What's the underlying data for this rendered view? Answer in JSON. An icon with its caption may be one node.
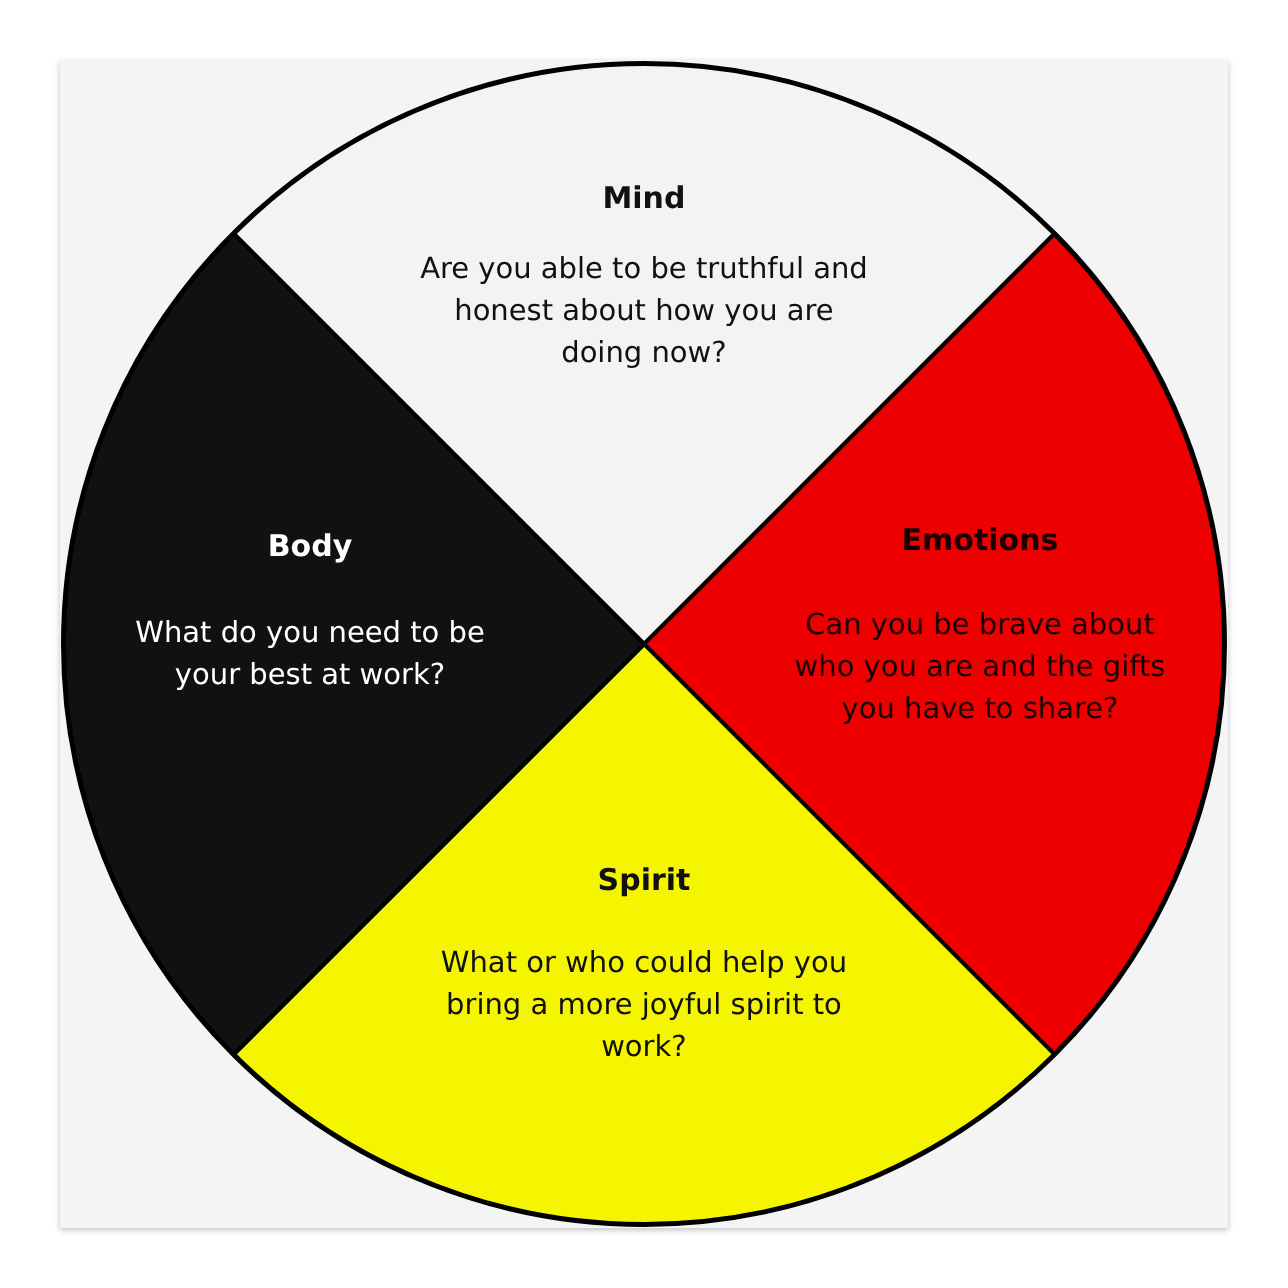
{
  "diagram": {
    "nodes": [
      {
        "text": [
          "Mind",
          "Are you able to be truthful and honest about how you are doing now?"
        ]
      },
      {
        "text": [
          "Emotions",
          "Can you be brave about who you are and the gifts you have to share?"
        ]
      },
      {
        "text": [
          "Spirit",
          "What or who could help you bring a more joyful spirit to work?"
        ]
      },
      {
        "text": [
          "Body",
          "What do you need to be your best at work?"
        ]
      }
    ]
  }
}
